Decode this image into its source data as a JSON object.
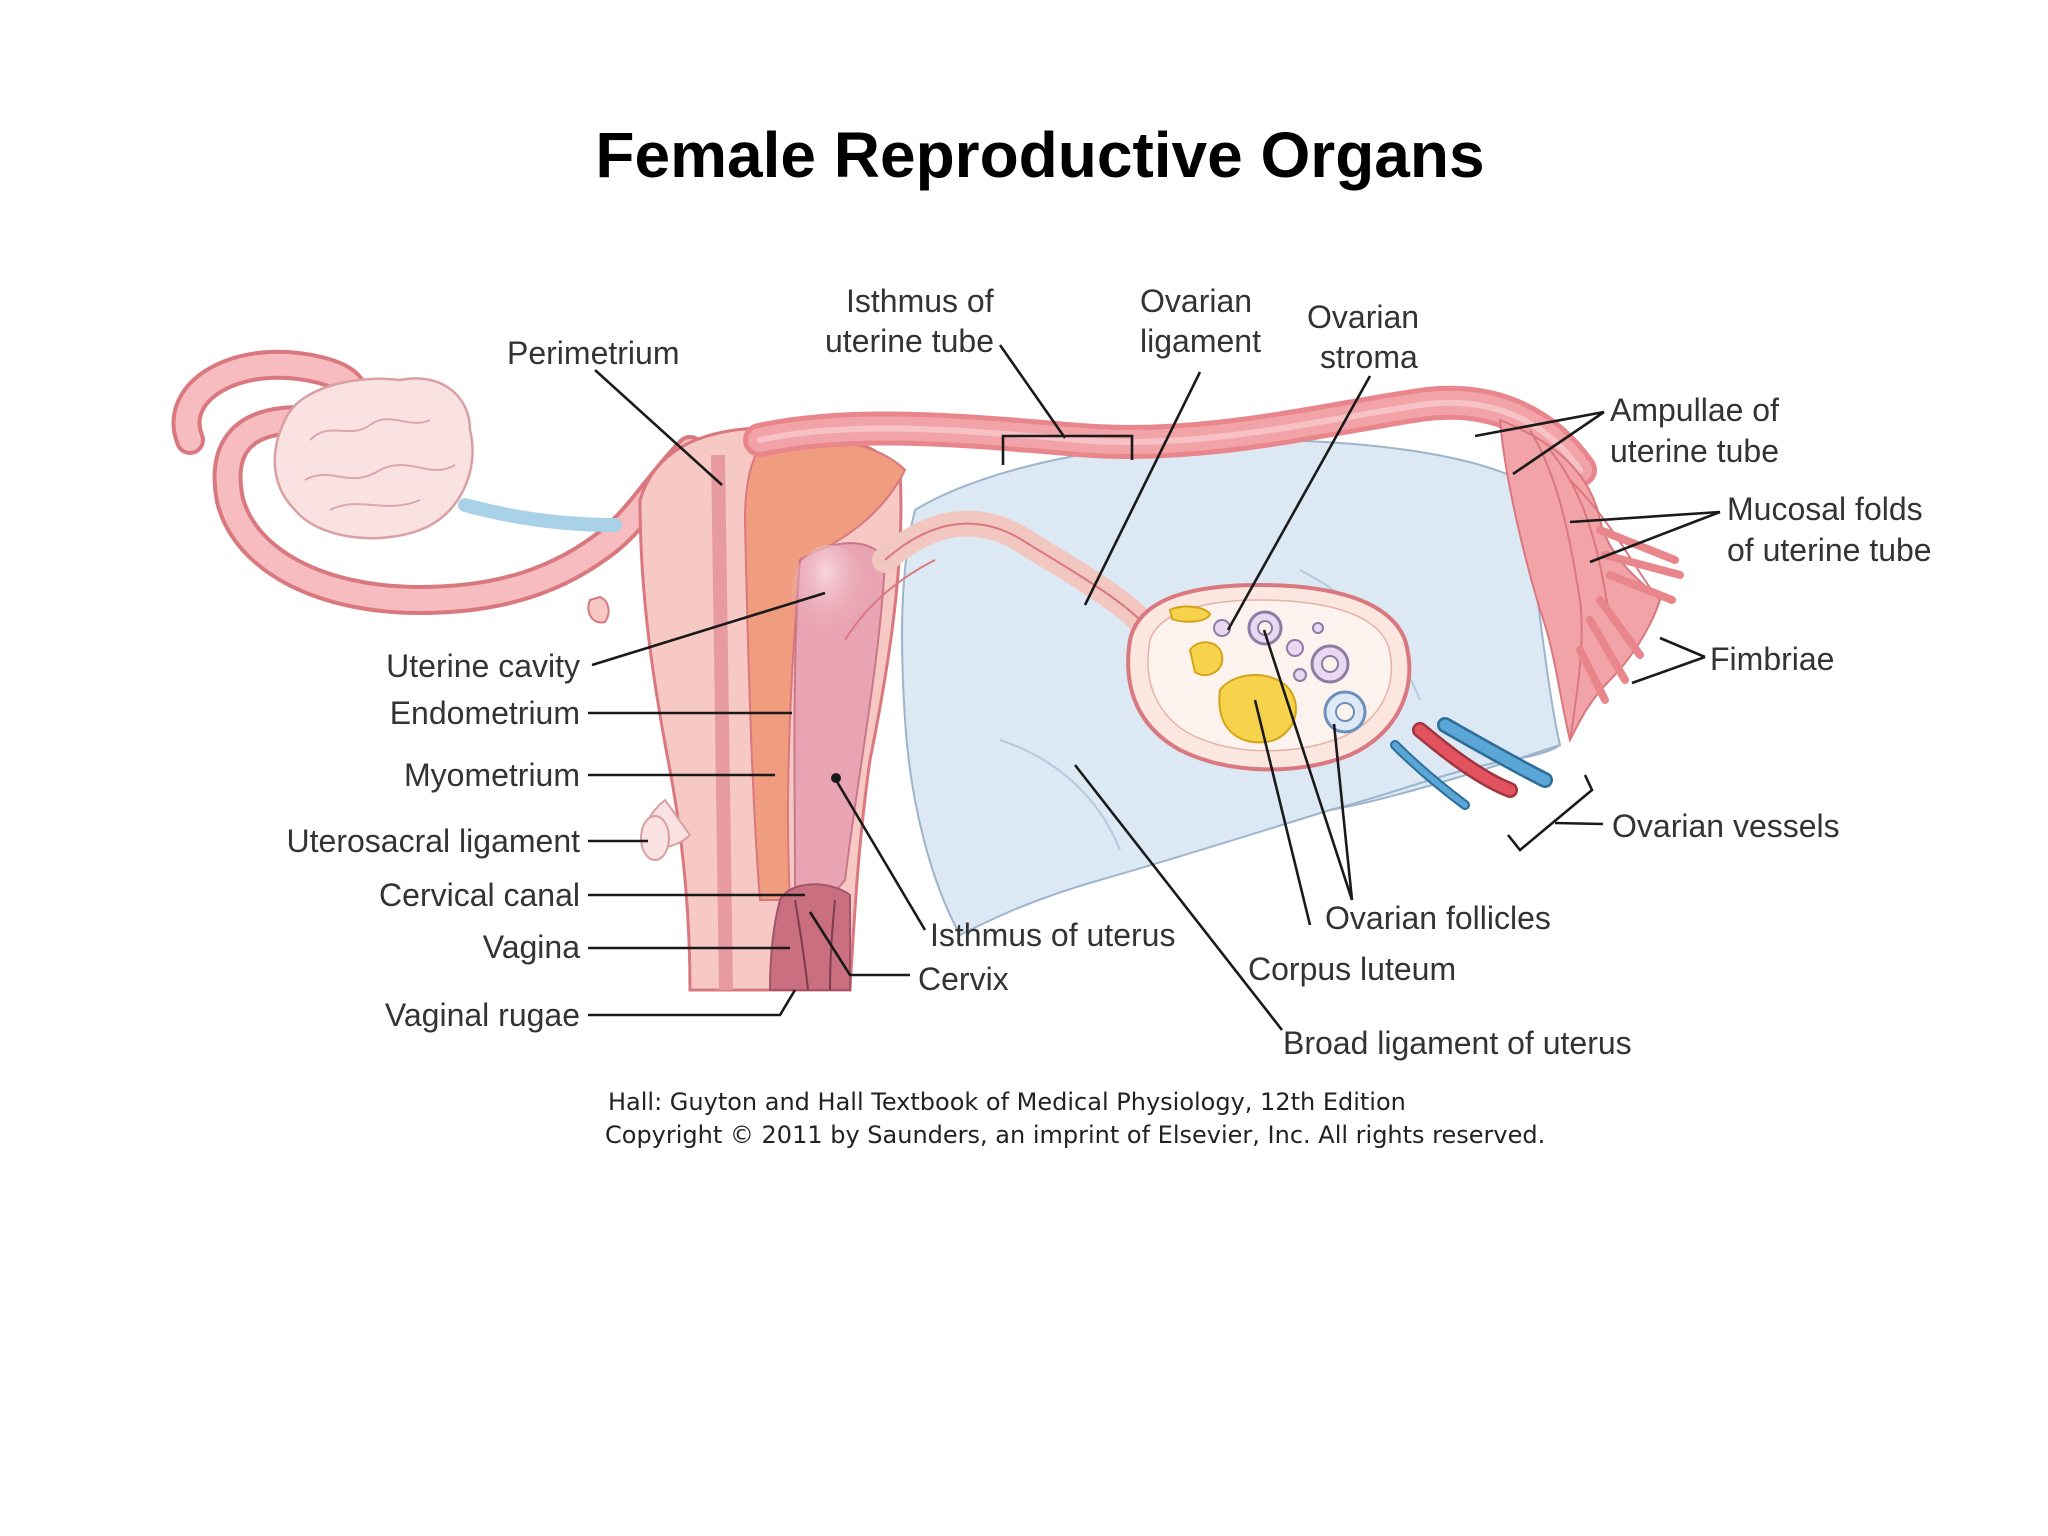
{
  "title": "Female Reproductive Organs",
  "labels": {
    "perimetrium": "Perimetrium",
    "isthmus_tube_1": "Isthmus of",
    "isthmus_tube_2": "uterine tube",
    "ovarian_ligament_1": "Ovarian",
    "ovarian_ligament_2": "ligament",
    "ovarian_stroma_1": "Ovarian",
    "ovarian_stroma_2": "stroma",
    "ampullae_1": "Ampullae of",
    "ampullae_2": "uterine tube",
    "mucosal_folds_1": "Mucosal folds",
    "mucosal_folds_2": "of uterine tube",
    "fimbriae": "Fimbriae",
    "ovarian_vessels": "Ovarian vessels",
    "ovarian_follicles": "Ovarian follicles",
    "corpus_luteum": "Corpus luteum",
    "broad_ligament": "Broad ligament of uterus",
    "isthmus_uterus": "Isthmus of uterus",
    "cervix": "Cervix",
    "uterine_cavity": "Uterine cavity",
    "endometrium": "Endometrium",
    "myometrium": "Myometrium",
    "uterosacral_ligament": "Uterosacral ligament",
    "cervical_canal": "Cervical canal",
    "vagina": "Vagina",
    "vaginal_rugae": "Vaginal rugae"
  },
  "caption": {
    "line1": "Hall: Guyton and Hall Textbook of Medical Physiology, 12th Edition",
    "line2": "Copyright © 2011 by Saunders, an imprint of Elsevier, Inc. All rights reserved."
  },
  "colors": {
    "tube_pink": "#f2a3a8",
    "tube_outline": "#d9787e",
    "myometrium": "#f7c9c4",
    "muscle_orange": "#ef9c7f",
    "endometrium": "#e9a4b3",
    "broad_ligament": "#dce8f4",
    "ovary": "#fbe7df",
    "corpus_luteum": "#f7d34b",
    "vessel_red": "#e2525f",
    "vessel_blue": "#5aa6d6"
  }
}
